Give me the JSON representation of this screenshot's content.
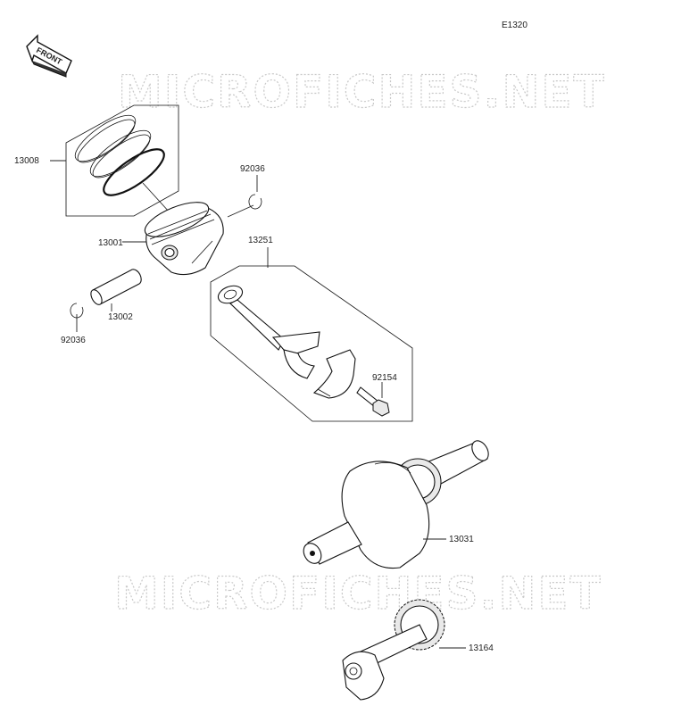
{
  "diagram": {
    "code": "E1320",
    "front_label": "FRONT",
    "watermark": "MICROFICHES.NET",
    "parts": {
      "ring_set": "13008",
      "snap_ring_top": "92036",
      "piston": "13001",
      "connecting_rod": "13251",
      "piston_pin": "13002",
      "snap_ring_bottom": "92036",
      "rod_bolt": "92154",
      "crankshaft": "13031",
      "balancer": "13164"
    }
  }
}
